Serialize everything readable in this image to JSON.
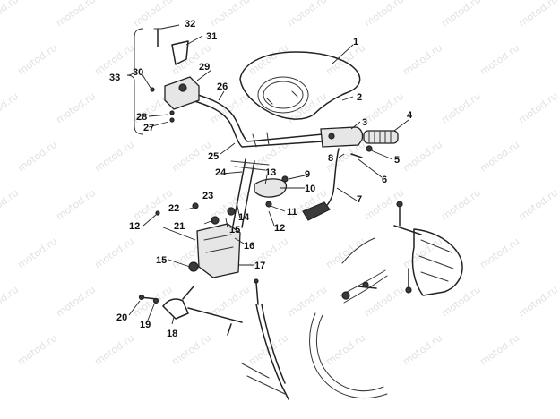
{
  "watermark": "motod.ru",
  "callouts": {
    "c1": "1",
    "c2": "2",
    "c3": "3",
    "c4": "4",
    "c5": "5",
    "c6": "6",
    "c7": "7",
    "c8": "8",
    "c9": "9",
    "c10": "10",
    "c11": "11",
    "c12a": "12",
    "c12b": "12",
    "c13": "13",
    "c14": "14",
    "c15a": "15",
    "c15b": "15",
    "c16": "16",
    "c17": "17",
    "c18": "18",
    "c19": "19",
    "c20": "20",
    "c21": "21",
    "c22": "22",
    "c23": "23",
    "c24": "24",
    "c25": "25",
    "c26": "26",
    "c27": "27",
    "c28": "28",
    "c29": "29",
    "c30": "30",
    "c31": "31",
    "c32": "32",
    "c33": "33"
  }
}
